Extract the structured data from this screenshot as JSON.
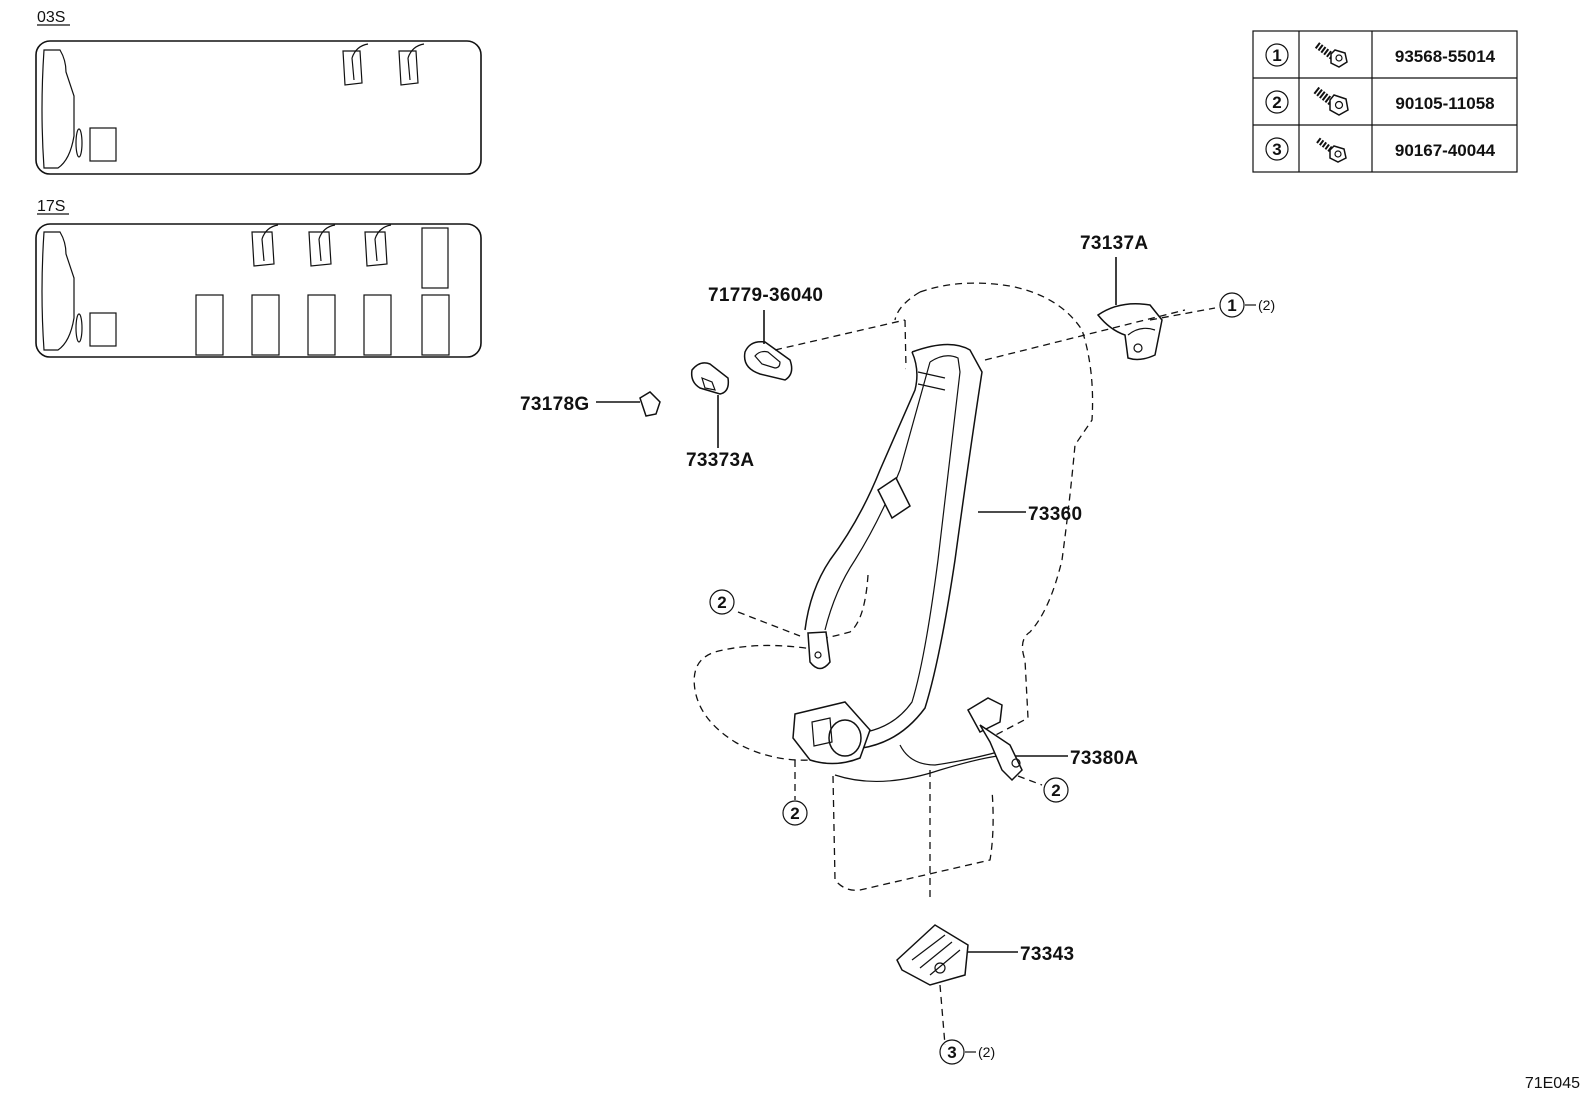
{
  "layouts": {
    "variant_a": "03S",
    "variant_b": "17S"
  },
  "legend": {
    "rows": [
      {
        "ref": "1",
        "part_no": "93568-55014"
      },
      {
        "ref": "2",
        "part_no": "90105-11058"
      },
      {
        "ref": "3",
        "part_no": "90167-40044"
      }
    ]
  },
  "callouts": {
    "p73137a": "73137A",
    "p71779": "71779-36040",
    "p73178g": "73178G",
    "p73373a": "73373A",
    "p73360": "73360",
    "p73380a": "73380A",
    "p73343": "73343",
    "ref1": "1",
    "ref2": "2",
    "ref3": "3",
    "qty2": "(2)"
  },
  "figure_code": "71E045"
}
